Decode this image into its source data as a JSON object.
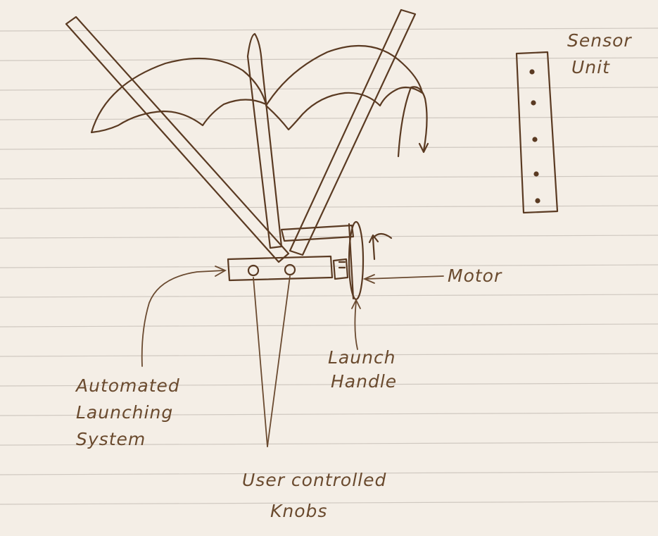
{
  "labels": {
    "sensor_unit": [
      "Sensor",
      "Unit"
    ],
    "motor": "Motor",
    "launch_handle": [
      "Launch",
      "Handle"
    ],
    "automated_launching_system": [
      "Automated",
      "Launching",
      "System"
    ],
    "user_controlled_knobs": [
      "User controlled",
      "Knobs"
    ]
  },
  "colors": {
    "paper": "#f4eee6",
    "rule_line": "#c9c3bc",
    "pencil": "#5a3a22",
    "pencil_light": "#8a6a50"
  }
}
